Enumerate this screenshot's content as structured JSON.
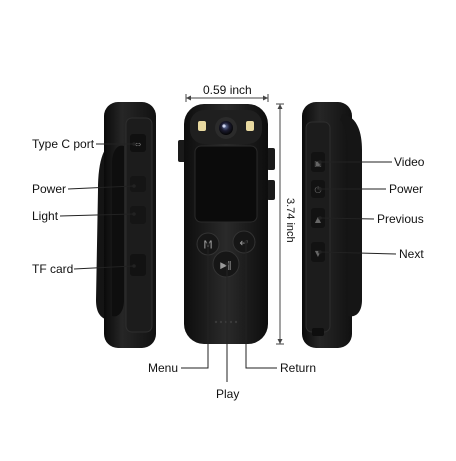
{
  "dimensions": {
    "width": "0.59 inch",
    "height": "3.74 inch"
  },
  "labels": {
    "type_c_port": "Type C port",
    "power_left": "Power",
    "light": "Light",
    "tf_card": "TF card",
    "menu": "Menu",
    "play": "Play",
    "return": "Return",
    "video": "Video",
    "power_right": "Power",
    "previous": "Previous",
    "next": "Next"
  },
  "buttons": {
    "menu_symbol": "M",
    "return_symbol": "↩",
    "play_symbol": "▶‖"
  },
  "icons": {
    "camera_lens": "camera-lens-icon",
    "ir_leds": "ir-led-icon",
    "return": "return-arrow-icon",
    "play_pause": "play-pause-icon",
    "usb": "usb-icon",
    "power": "power-icon",
    "video": "video-icon",
    "previous": "previous-icon",
    "next": "next-icon"
  },
  "colors": {
    "body": "#1a1a1a",
    "screen": "#0b0b0b",
    "led": "#e8d9a0",
    "lens_ring": "#2b2b2b"
  }
}
